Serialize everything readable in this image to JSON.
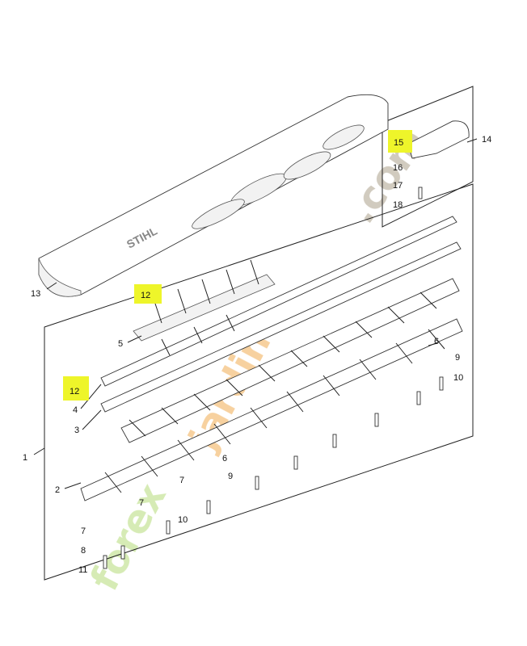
{
  "brand_text": "STIHL",
  "callouts": [
    {
      "id": "c1",
      "label": "1",
      "highlight": false
    },
    {
      "id": "c2",
      "label": "2",
      "highlight": false
    },
    {
      "id": "c3",
      "label": "3",
      "highlight": false
    },
    {
      "id": "c4",
      "label": "4",
      "highlight": false
    },
    {
      "id": "c5",
      "label": "5",
      "highlight": false
    },
    {
      "id": "c6a",
      "label": "6",
      "highlight": false
    },
    {
      "id": "c6b",
      "label": "6",
      "highlight": false
    },
    {
      "id": "c7a",
      "label": "7",
      "highlight": false
    },
    {
      "id": "c7b",
      "label": "7",
      "highlight": false
    },
    {
      "id": "c7c",
      "label": "7",
      "highlight": false
    },
    {
      "id": "c8",
      "label": "8",
      "highlight": false
    },
    {
      "id": "c9a",
      "label": "9",
      "highlight": false
    },
    {
      "id": "c9b",
      "label": "9",
      "highlight": false
    },
    {
      "id": "c10a",
      "label": "10",
      "highlight": false
    },
    {
      "id": "c10b",
      "label": "10",
      "highlight": false
    },
    {
      "id": "c11",
      "label": "11",
      "highlight": false
    },
    {
      "id": "c12a",
      "label": "12",
      "highlight": true
    },
    {
      "id": "c12b",
      "label": "12",
      "highlight": true
    },
    {
      "id": "c13",
      "label": "13",
      "highlight": false
    },
    {
      "id": "c14",
      "label": "14",
      "highlight": false
    },
    {
      "id": "c15",
      "label": "15",
      "highlight": true
    },
    {
      "id": "c16",
      "label": "16",
      "highlight": false
    },
    {
      "id": "c17",
      "label": "17",
      "highlight": false
    },
    {
      "id": "c18",
      "label": "18",
      "highlight": false
    }
  ],
  "watermark": {
    "word1": "forex",
    "word2": "jardin",
    "suffix": ".com",
    "colors": {
      "green": "#cfe8a8",
      "orange": "#f6c98e",
      "grey": "#c9c2b4"
    }
  },
  "highlight_color": "#eef52a"
}
